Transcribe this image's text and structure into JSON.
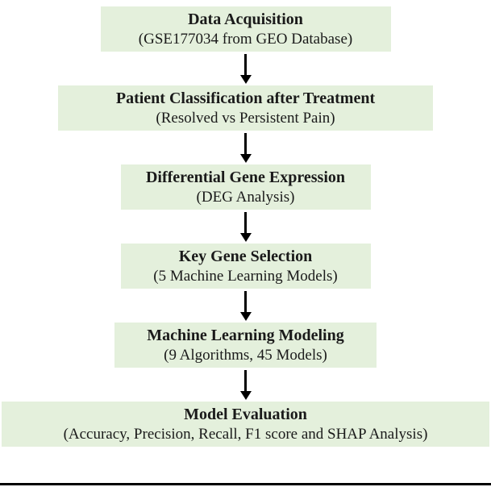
{
  "diagram": {
    "type": "flowchart",
    "direction": "top-down",
    "box_color": "#e4f0dc",
    "arrow_color": "#000000",
    "steps": [
      {
        "title": "Data Acquisition",
        "subtitle": "(GSE177034 from GEO Database)"
      },
      {
        "title": "Patient Classification after Treatment",
        "subtitle": "(Resolved vs Persistent Pain)"
      },
      {
        "title": "Differential Gene Expression",
        "subtitle": "(DEG Analysis)"
      },
      {
        "title": "Key Gene Selection",
        "subtitle": "(5 Machine Learning Models)"
      },
      {
        "title": "Machine Learning Modeling",
        "subtitle": "(9 Algorithms, 45 Models)"
      },
      {
        "title": "Model Evaluation",
        "subtitle": "(Accuracy, Precision, Recall, F1 score and SHAP Analysis)"
      }
    ]
  }
}
